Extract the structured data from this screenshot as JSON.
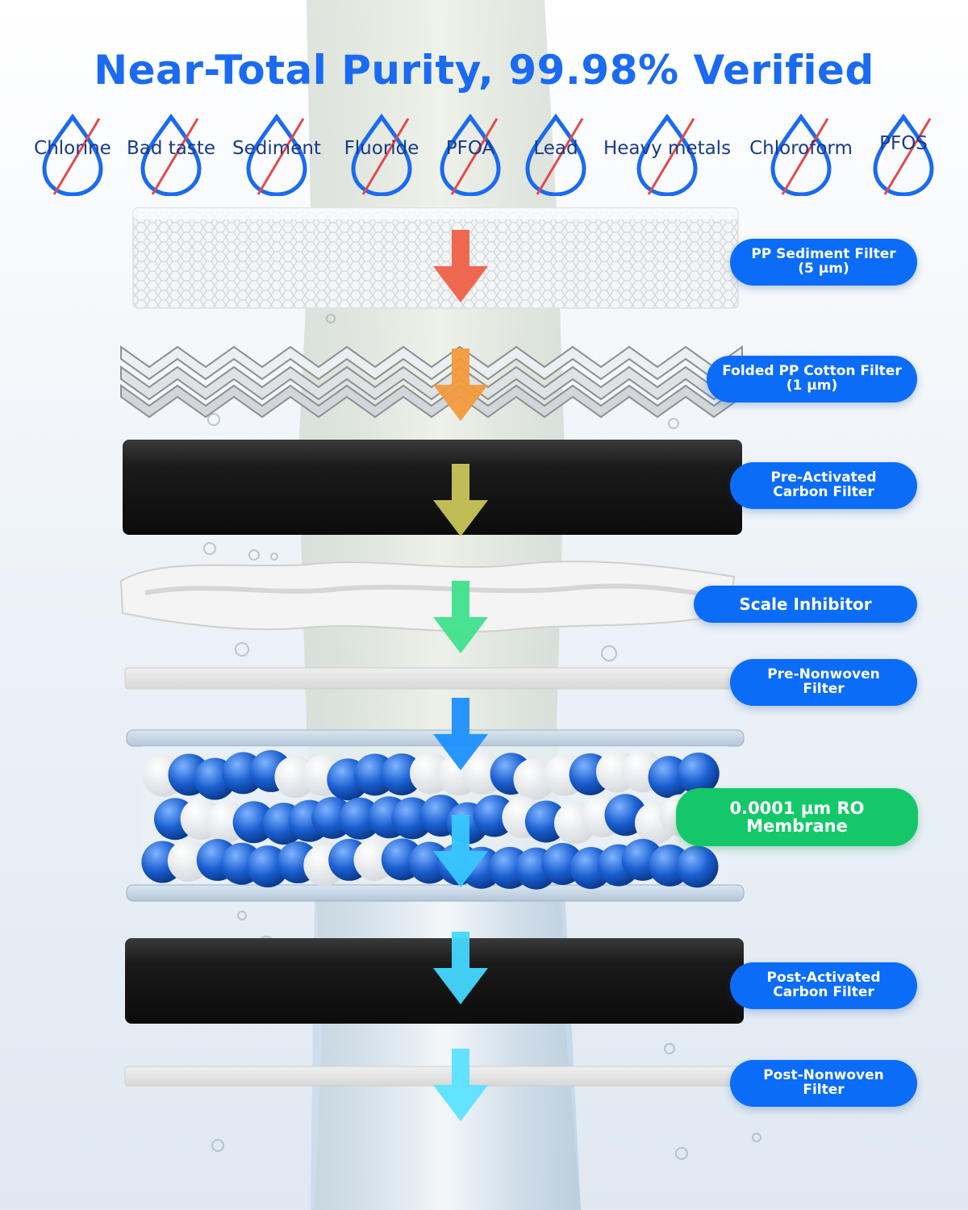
{
  "headline": "Near-Total Purity, 99.98% Verified",
  "contaminants": [
    "Chlorine",
    "Bad taste",
    "Sediment",
    "Fluoride",
    "PFOA",
    "Lead",
    "Heavy metals",
    "Chloroform",
    "PFOS"
  ],
  "layers": [
    {
      "label": "PP Sediment Filter\n(5 µm)"
    },
    {
      "label": "Folded PP Cotton Filter\n(1 µm)"
    },
    {
      "label": "Pre-Activated\nCarbon Filter"
    },
    {
      "label": "Scale Inhibitor"
    },
    {
      "label": "Pre-Nonwoven\nFilter"
    },
    {
      "label": "0.0001 µm RO\nMembrane"
    },
    {
      "label": "Post-Activated\nCarbon Filter"
    },
    {
      "label": "Post-Nonwoven\nFilter"
    }
  ],
  "colors": {
    "headline": "#1a6af2",
    "pill_blue": "#0b6cf7",
    "pill_green": "#14c86a",
    "arrows": [
      "#ee6048",
      "#f29a3c",
      "#c9c65a",
      "#3fe08c",
      "#1e90ff",
      "#38c6ff",
      "#45d7ff",
      "#5ce2ff"
    ]
  }
}
